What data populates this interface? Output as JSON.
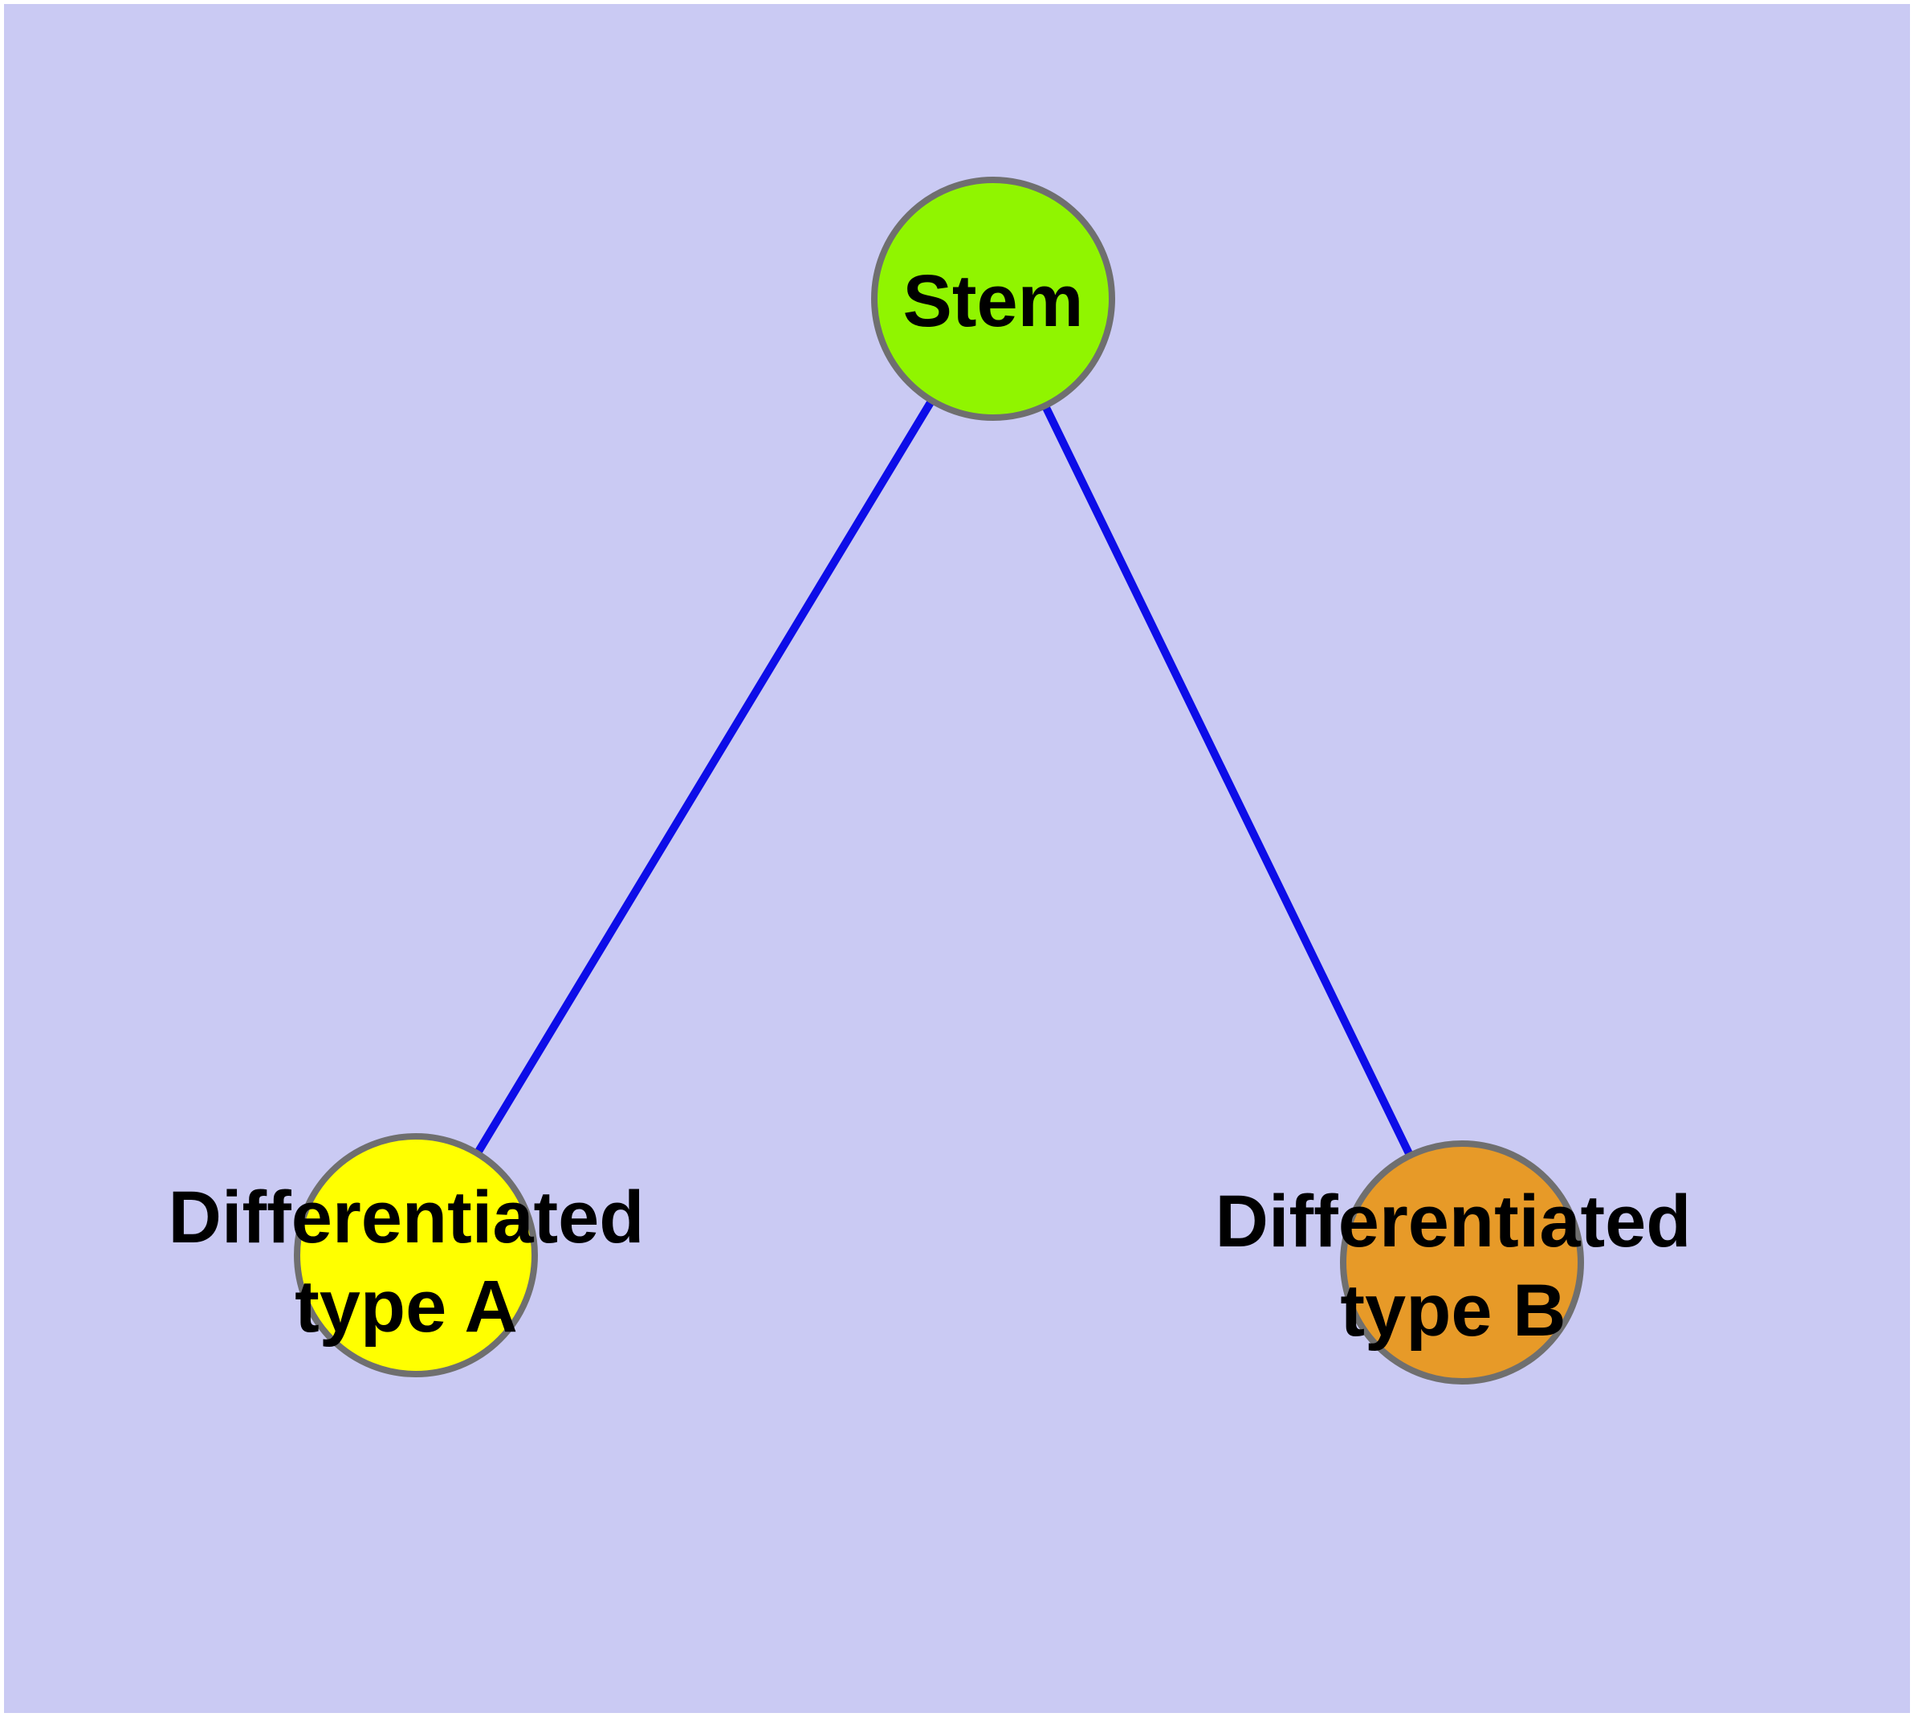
{
  "diagram": {
    "type": "graph",
    "description": "Cell differentiation hierarchy: a stem node with two differentiated child nodes",
    "colors": {
      "page_margin": "#FFFFFF",
      "canvas_background": "#CACAF3",
      "edge": "#0D0DE8",
      "node_border": "#6F6F6F",
      "label_text": "#000000"
    },
    "nodes": [
      {
        "id": "stem",
        "label": "Stem",
        "fill": "#90F500"
      },
      {
        "id": "differentiated-type-a",
        "label": "Differentiated type A",
        "label_line1": "Differentiated",
        "label_line2": "type A",
        "fill": "#FFFF00"
      },
      {
        "id": "differentiated-type-b",
        "label": "Differentiated type B",
        "label_line1": "Differentiated",
        "label_line2": "type B",
        "fill": "#E79A28"
      }
    ],
    "edges": [
      {
        "from": "Stem",
        "to": "Differentiated type A"
      },
      {
        "from": "Stem",
        "to": "Differentiated type B"
      }
    ]
  }
}
